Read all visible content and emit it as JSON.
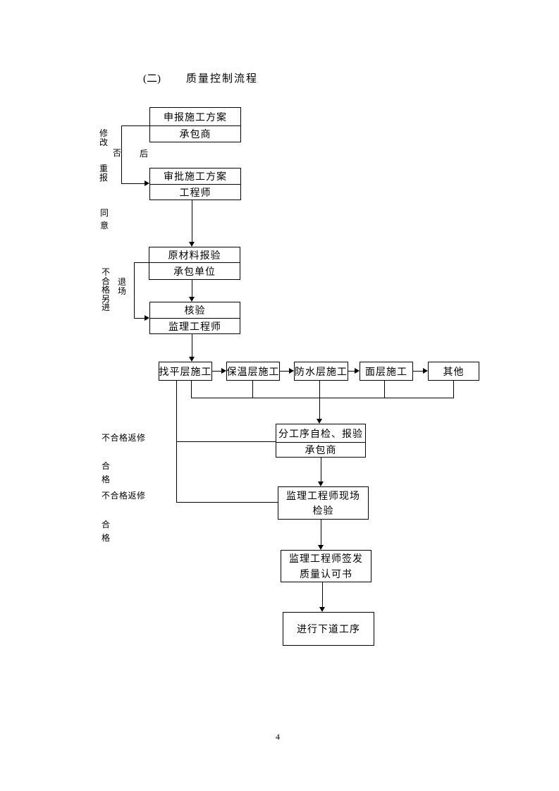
{
  "page": {
    "title_prefix": "(二)",
    "title": "质量控制流程",
    "page_number": "4"
  },
  "flowchart": {
    "boxes": {
      "declare": {
        "line1": "申报施工方案",
        "line2": "承包商"
      },
      "approve": {
        "line1": "审批施工方案",
        "line2": "工程师"
      },
      "material": {
        "line1": "原材料报验",
        "line2": "承包单位"
      },
      "verify": {
        "line1": "核验",
        "line2": "监理工程师"
      },
      "leveling": {
        "label": "找平层施工"
      },
      "insulation": {
        "label": "保温层施工"
      },
      "waterproof": {
        "label": "防水层施工"
      },
      "surface": {
        "label": "面层施工"
      },
      "other": {
        "label": "其他"
      },
      "selfcheck": {
        "line1": "分工序自检、报验",
        "line2": "承包商"
      },
      "onsite": {
        "line1": "监理工程师现场",
        "line2": "检验"
      },
      "issue": {
        "line1": "监理工程师签发",
        "line2": "质量认可书"
      },
      "next": {
        "label": "进行下道工序"
      }
    },
    "labels": {
      "modify": "修改",
      "no": "否",
      "after": "后",
      "resubmit": "重报",
      "agree": "同意",
      "unqualified_reenter": "不合格另进",
      "exit_site": "退场",
      "unqualified_rework_1": "不合格返修",
      "qualified_1": "合格",
      "unqualified_rework_2": "不合格返修",
      "qualified_2": "合格"
    },
    "colors": {
      "line": "#000000",
      "text": "#000000",
      "page_background": "#ffffff"
    }
  }
}
